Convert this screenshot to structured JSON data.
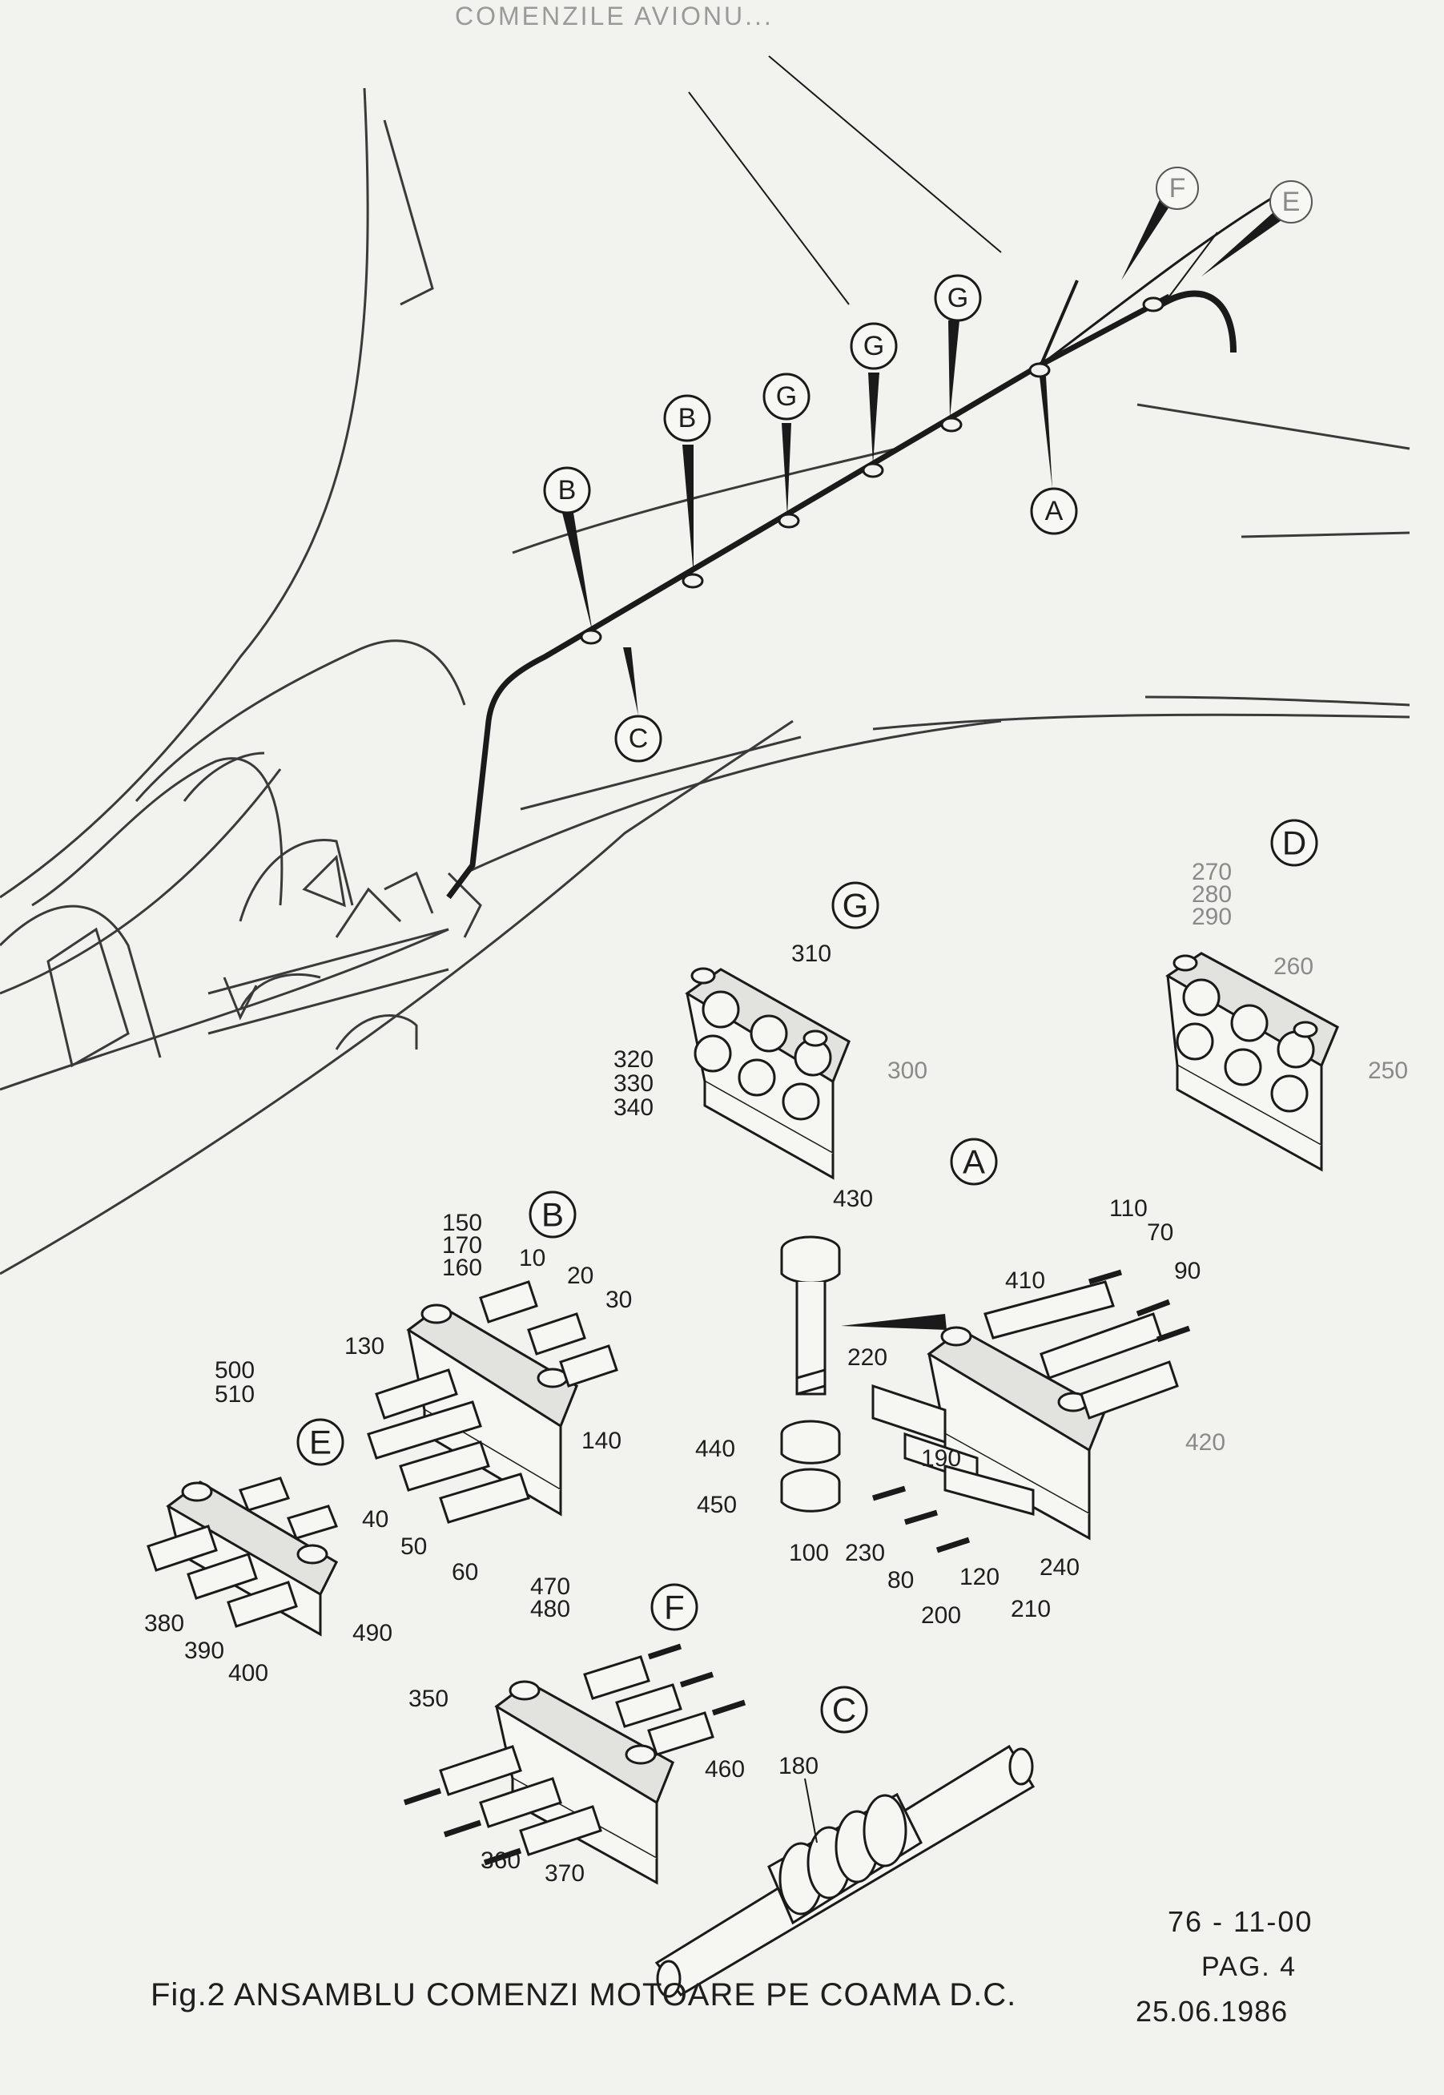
{
  "header": {
    "top_caption": "COMENZILE AVIONU..."
  },
  "caption": "Fig.2 ANSAMBLU COMENZI MOTOARE PE COAMA D.C.",
  "document": {
    "code": "76 - 11-00",
    "page": "PAG. 4",
    "date": "25.06.1986"
  },
  "callouts": {
    "route": [
      "B",
      "C",
      "B",
      "G",
      "G",
      "G",
      "A"
    ],
    "route_top": [
      "F",
      "E"
    ]
  },
  "details": {
    "G": {
      "letter": "G",
      "labels": [
        "310",
        "320",
        "330",
        "340",
        "300"
      ]
    },
    "D": {
      "letter": "D",
      "labels": [
        "270",
        "280",
        "290",
        "260",
        "250"
      ]
    },
    "A": {
      "letter": "A",
      "labels": [
        "430",
        "110",
        "70",
        "90",
        "410",
        "220",
        "420",
        "440",
        "190",
        "450",
        "100",
        "230",
        "80",
        "120",
        "240",
        "200",
        "210"
      ]
    },
    "B": {
      "letter": "B",
      "labels": [
        "150",
        "170",
        "160",
        "10",
        "20",
        "30",
        "130",
        "140",
        "40",
        "50",
        "60"
      ]
    },
    "E": {
      "letter": "E",
      "labels": [
        "500",
        "510",
        "380",
        "390",
        "400",
        "490"
      ]
    },
    "F": {
      "letter": "F",
      "labels": [
        "470",
        "480",
        "350",
        "460",
        "360",
        "370"
      ]
    },
    "C": {
      "letter": "C",
      "labels": [
        "180"
      ]
    }
  }
}
